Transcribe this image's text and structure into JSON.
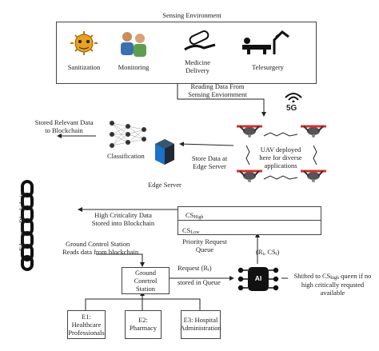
{
  "sensing": {
    "title": "Sensing Environment",
    "items": [
      "Sanitization",
      "Monitoring",
      "Medicine",
      "Delivery",
      "Telesurgery"
    ]
  },
  "flow": {
    "reading_1": "Reading Data From",
    "reading_2": "Sensing Enviornment",
    "fiveg": "5G",
    "stored_relevant_1": "Stored Relevant Data",
    "stored_relevant_2": "to Blockchain",
    "classification": "Classification",
    "store_edge_1": "Store Data at",
    "store_edge_2": "Edge Server",
    "uav_1": "UAV deployed",
    "uav_2": "here for diverse",
    "uav_3": "applications",
    "edge_server": "Edge Server"
  },
  "blockchain": {
    "label": "Ethereum Blockchain"
  },
  "queue": {
    "high_1": "High Criticality Data",
    "high_2": "Stored into Blockchain",
    "cs": "CS",
    "high_sub": "High",
    "low_sub": "Low",
    "priority_1": "Priority Request",
    "priority_2": "Queue",
    "gcs_1": "Ground Control Station",
    "gcs_2": "Reads data from blockchain",
    "request_1": "Request (R",
    "request_sub": "i",
    "request_3": ")",
    "stored_queue": "stored in Queue",
    "tuple_1": "(R",
    "tuple_sub1": "i",
    "tuple_2": ", CS",
    "tuple_sub2": "i",
    "tuple_3": ")",
    "shift_1": "Shifted to CS",
    "shift_sub": "high",
    "shift_2": " queen if no",
    "shift_3": "high critically requsted",
    "shift_4": "available",
    "ai": "AI"
  },
  "gcs_box": {
    "line1": "Ground",
    "line2": "Conrtrol",
    "line3": "Station"
  },
  "entities": [
    {
      "line1": "E1:",
      "line2": "Healthcare",
      "line3": "Professionals"
    },
    {
      "line1": "E2:",
      "line2": "Pharmacy",
      "line3": ""
    },
    {
      "line1": "E3: Hospital",
      "line2": "Administration",
      "line3": ""
    }
  ]
}
